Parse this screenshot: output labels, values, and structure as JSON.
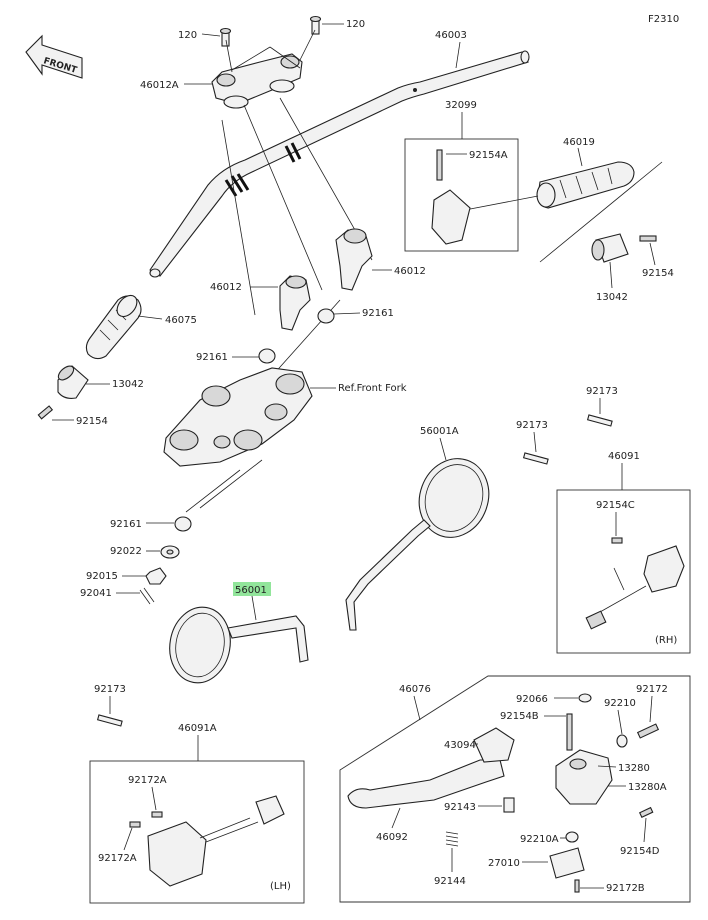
{
  "figure_code": "F2310",
  "front_label": "FRONT",
  "ref_label": "Ref.Front Fork",
  "box_rh_label": "(RH)",
  "box_lh_label": "(LH)",
  "labels": {
    "l120a": "120",
    "l120b": "120",
    "l46003": "46003",
    "l46012a": "46012A",
    "l32099": "32099",
    "l92154a": "92154A",
    "l46019": "46019",
    "l92154r": "92154",
    "l13042r": "13042",
    "l46012c": "46012",
    "l46012d": "46012",
    "l46075": "46075",
    "l92161a": "92161",
    "l92161b": "92161",
    "l13042l": "13042",
    "l92154l": "92154",
    "l92173a": "92173",
    "l92173b": "92173",
    "l56001a": "56001A",
    "l46091": "46091",
    "l92154c": "92154C",
    "l92161c": "92161",
    "l92022": "92022",
    "l92015": "92015",
    "l92041": "92041",
    "l56001": "56001",
    "l92173c": "92173",
    "l46076": "46076",
    "l92066": "92066",
    "l92172": "92172",
    "l92154b": "92154B",
    "l92210": "92210",
    "l43094": "43094",
    "l13280": "13280",
    "l13280a": "13280A",
    "l92143": "92143",
    "l46092": "46092",
    "l92210a": "92210A",
    "l92154d": "92154D",
    "l46091a": "46091A",
    "l92172a": "92172A",
    "l92172a2": "92172A",
    "l92144": "92144",
    "l27010": "27010",
    "l92172b": "92172B"
  }
}
